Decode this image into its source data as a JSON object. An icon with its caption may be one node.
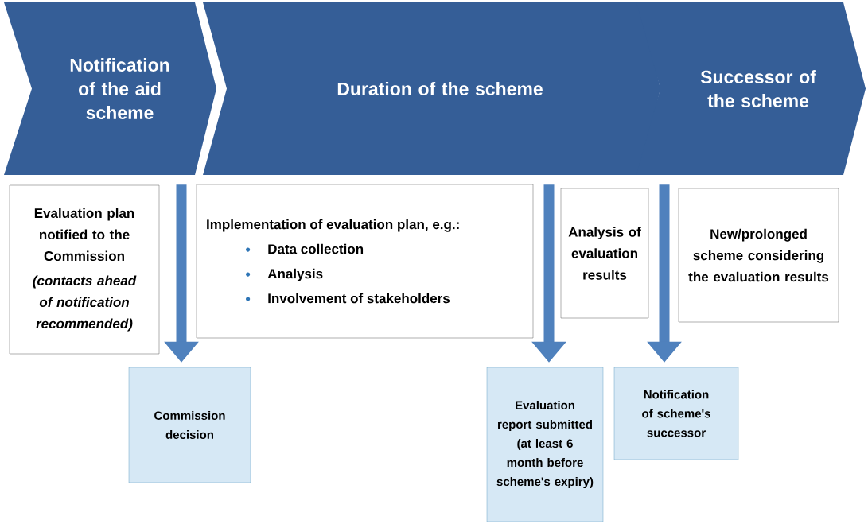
{
  "diagram": {
    "nodes": [
      {
        "text": [
          "Notification of the aid scheme"
        ]
      },
      {
        "text": [
          "Duration of the scheme"
        ]
      },
      {
        "text": [
          "Successor of the scheme"
        ]
      },
      {
        "text": [
          "Evaluation plan notified to the Commission",
          "(contacts ahead of notification recommended)"
        ]
      },
      {
        "text": [
          "Implementation of evaluation plan, e.g.:",
          "Data collection",
          "Analysis",
          "Involvement of stakeholders"
        ]
      },
      {
        "text": [
          "Analysis of evaluation results"
        ]
      },
      {
        "text": [
          "New/prolonged scheme considering the evaluation results"
        ]
      },
      {
        "text": [
          "Commission decision"
        ]
      },
      {
        "text": [
          "Evaluation report submitted (at least 6 month before scheme's expiry)"
        ]
      },
      {
        "text": [
          "Notification of scheme's successor"
        ]
      }
    ],
    "edges": [
      {
        "from": 0,
        "to": 7,
        "arrow": "to"
      },
      {
        "from": 1,
        "to": 8,
        "arrow": "to"
      },
      {
        "from": 2,
        "to": 9,
        "arrow": "to"
      }
    ]
  }
}
